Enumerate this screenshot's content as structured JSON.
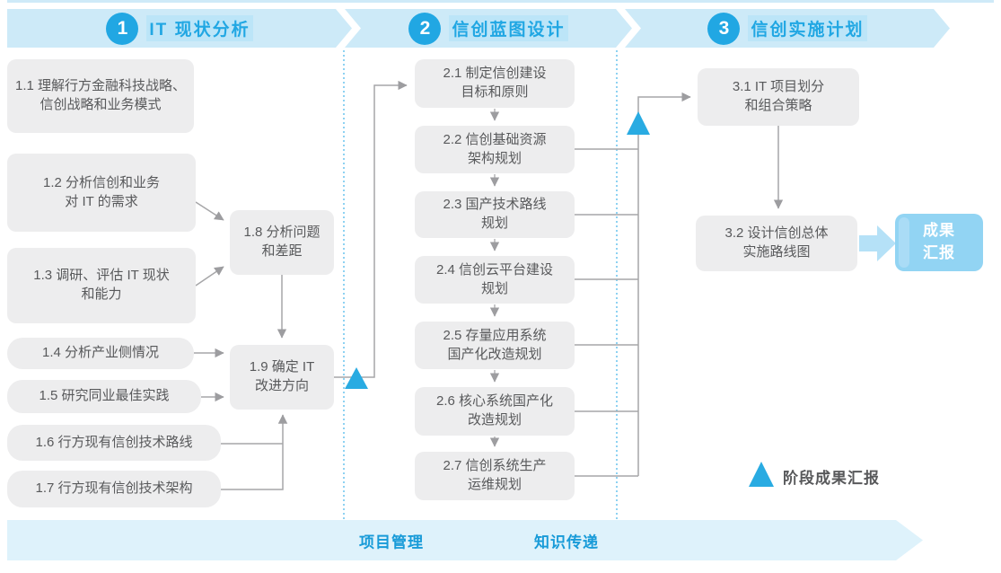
{
  "phases": [
    {
      "number": "1",
      "title": "IT 现状分析"
    },
    {
      "number": "2",
      "title": "信创蓝图设计"
    },
    {
      "number": "3",
      "title": "信创实施计划"
    }
  ],
  "steps": {
    "s1_1": "1.1 理解行方金融科技战略、\n信创战略和业务模式",
    "s1_2": "1.2 分析信创和业务\n对 IT 的需求",
    "s1_3": "1.3 调研、评估 IT 现状\n和能力",
    "s1_4": "1.4 分析产业侧情况",
    "s1_5": "1.5 研究同业最佳实践",
    "s1_6": "1.6 行方现有信创技术路线",
    "s1_7": "1.7 行方现有信创技术架构",
    "s1_8": "1.8 分析问题\n和差距",
    "s1_9": "1.9 确定 IT\n改进方向",
    "s2_1": "2.1 制定信创建设\n目标和原则",
    "s2_2": "2.2 信创基础资源\n架构规划",
    "s2_3": "2.3 国产技术路线\n规划",
    "s2_4": "2.4 信创云平台建设\n规划",
    "s2_5": "2.5 存量应用系统\n国产化改造规划",
    "s2_6": "2.6 核心系统国产化\n改造规划",
    "s2_7": "2.7 信创系统生产\n运维规划",
    "s3_1": "3.1 IT 项目划分\n和组合策略",
    "s3_2": "3.2 设计信创总体\n实施路线图"
  },
  "result_box": "成果\n汇报",
  "legend_label": "阶段成果汇报",
  "footer": {
    "left": "项目管理",
    "right": "知识传递"
  },
  "colors": {
    "accent_blue": "#29abe2",
    "banner_bg": "#cdeaf8",
    "node_bg": "#ededee",
    "node_text": "#58595b",
    "result_bg": "#92d4f3",
    "footer_bg": "#def2fb",
    "connector_gray": "#a6a6a8"
  }
}
